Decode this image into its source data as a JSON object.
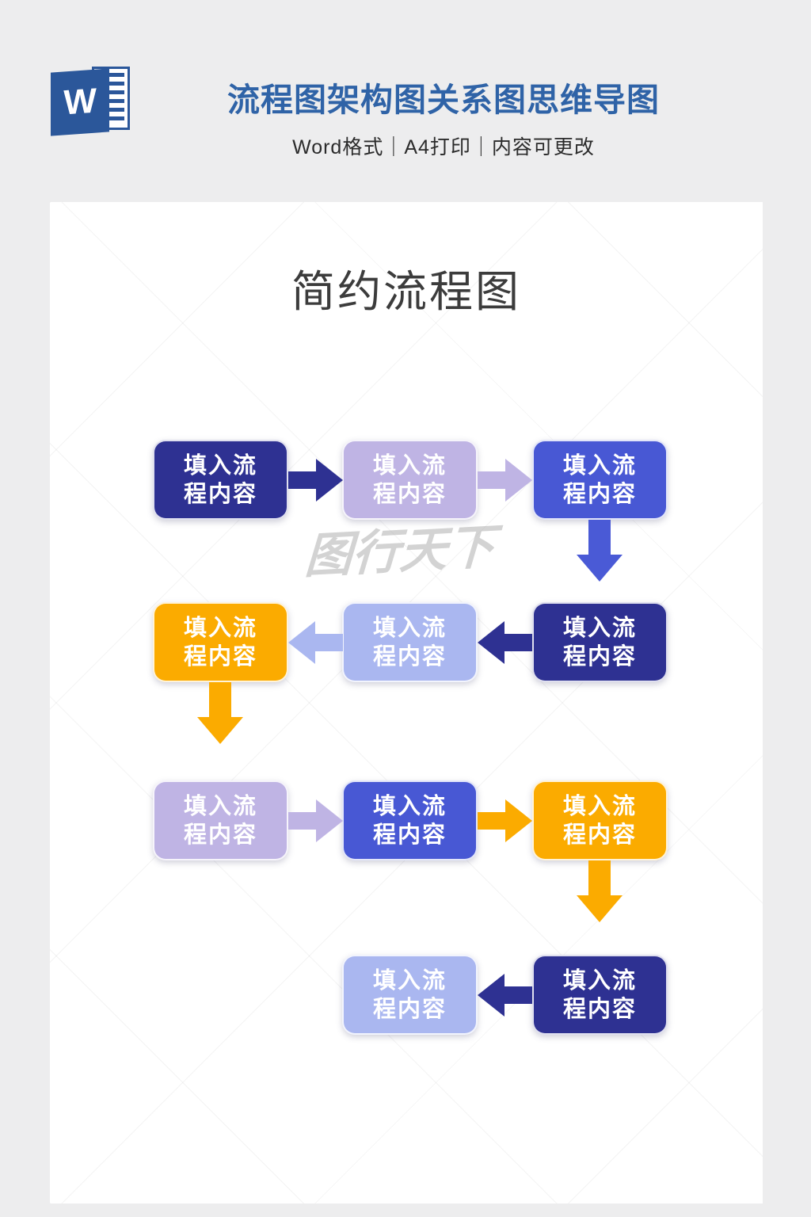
{
  "header": {
    "doc_icon": {
      "name": "word-icon",
      "letter": "W"
    },
    "title": "流程图架构图关系图思维导图",
    "subtitle": "Word格式｜A4打印｜内容可更改"
  },
  "page": {
    "title": "简约流程图",
    "watermark": "图行天下"
  },
  "palette": {
    "navy": "#2e3192",
    "royal": "#4858d4",
    "lavender": "#bfb4e4",
    "periwinkle": "#aab7f0",
    "orange": "#fbab00",
    "header_blue": "#2f63a7",
    "word_logo_blue": "#2b579a",
    "background": "#ededee",
    "card": "#ffffff",
    "box_text": "#ffffff"
  },
  "flowchart": {
    "boxes": [
      {
        "row": 1,
        "col": 1,
        "color": "navy",
        "line1": "填入流",
        "line2": "程内容"
      },
      {
        "row": 1,
        "col": 2,
        "color": "lavender",
        "line1": "填入流",
        "line2": "程内容"
      },
      {
        "row": 1,
        "col": 3,
        "color": "royal",
        "line1": "填入流",
        "line2": "程内容"
      },
      {
        "row": 2,
        "col": 1,
        "color": "orange",
        "line1": "填入流",
        "line2": "程内容"
      },
      {
        "row": 2,
        "col": 2,
        "color": "periwinkle",
        "line1": "填入流",
        "line2": "程内容"
      },
      {
        "row": 2,
        "col": 3,
        "color": "navy",
        "line1": "填入流",
        "line2": "程内容"
      },
      {
        "row": 3,
        "col": 1,
        "color": "lavender",
        "line1": "填入流",
        "line2": "程内容"
      },
      {
        "row": 3,
        "col": 2,
        "color": "royal",
        "line1": "填入流",
        "line2": "程内容"
      },
      {
        "row": 3,
        "col": 3,
        "color": "orange",
        "line1": "填入流",
        "line2": "程内容"
      },
      {
        "row": 4,
        "col": 2,
        "color": "periwinkle",
        "line1": "填入流",
        "line2": "程内容"
      },
      {
        "row": 4,
        "col": 3,
        "color": "navy",
        "line1": "填入流",
        "line2": "程内容"
      }
    ],
    "arrows": [
      {
        "row": 1,
        "between": "col1-col2",
        "direction": "right",
        "color": "navy"
      },
      {
        "row": 1,
        "between": "col2-col3",
        "direction": "right",
        "color": "lavender"
      },
      {
        "row": "1-2",
        "at": "col3",
        "direction": "down",
        "color": "royal"
      },
      {
        "row": 2,
        "between": "col2-col3",
        "direction": "left",
        "color": "navy"
      },
      {
        "row": 2,
        "between": "col1-col2",
        "direction": "left",
        "color": "periwinkle"
      },
      {
        "row": "2-3",
        "at": "col1",
        "direction": "down",
        "color": "orange"
      },
      {
        "row": 3,
        "between": "col1-col2",
        "direction": "right",
        "color": "lavender"
      },
      {
        "row": 3,
        "between": "col2-col3",
        "direction": "right",
        "color": "orange"
      },
      {
        "row": "3-4",
        "at": "col3",
        "direction": "down",
        "color": "orange"
      },
      {
        "row": 4,
        "between": "col2-col3",
        "direction": "left",
        "color": "navy"
      }
    ]
  }
}
